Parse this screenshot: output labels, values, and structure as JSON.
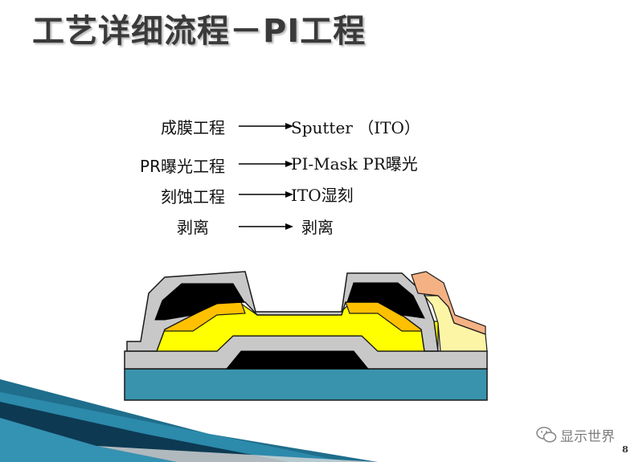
{
  "slide": {
    "title": "工艺详细流程－PI工程",
    "steps": [
      {
        "process": "成膜工程",
        "result": "Sputter （ITO）"
      },
      {
        "process": "PR曝光工程",
        "result": "PI-Mask PR曝光"
      },
      {
        "process": "刻蚀工程",
        "result": "ITO湿刻"
      },
      {
        "process": "剥离",
        "result": "剥离"
      }
    ],
    "page_number": "8"
  },
  "watermark": {
    "text": "显示世界",
    "icon": "wechat-icon"
  },
  "colors": {
    "title": "#3a3a3a",
    "substrate": "#3a93ad",
    "gray_layer": "#c8c8c8",
    "black_layer": "#000000",
    "yellow_layer": "#ffff00",
    "orange_layer": "#ffc000",
    "peach_layer": "#f4b183",
    "light_yellow_layer": "#fdf5a6"
  }
}
